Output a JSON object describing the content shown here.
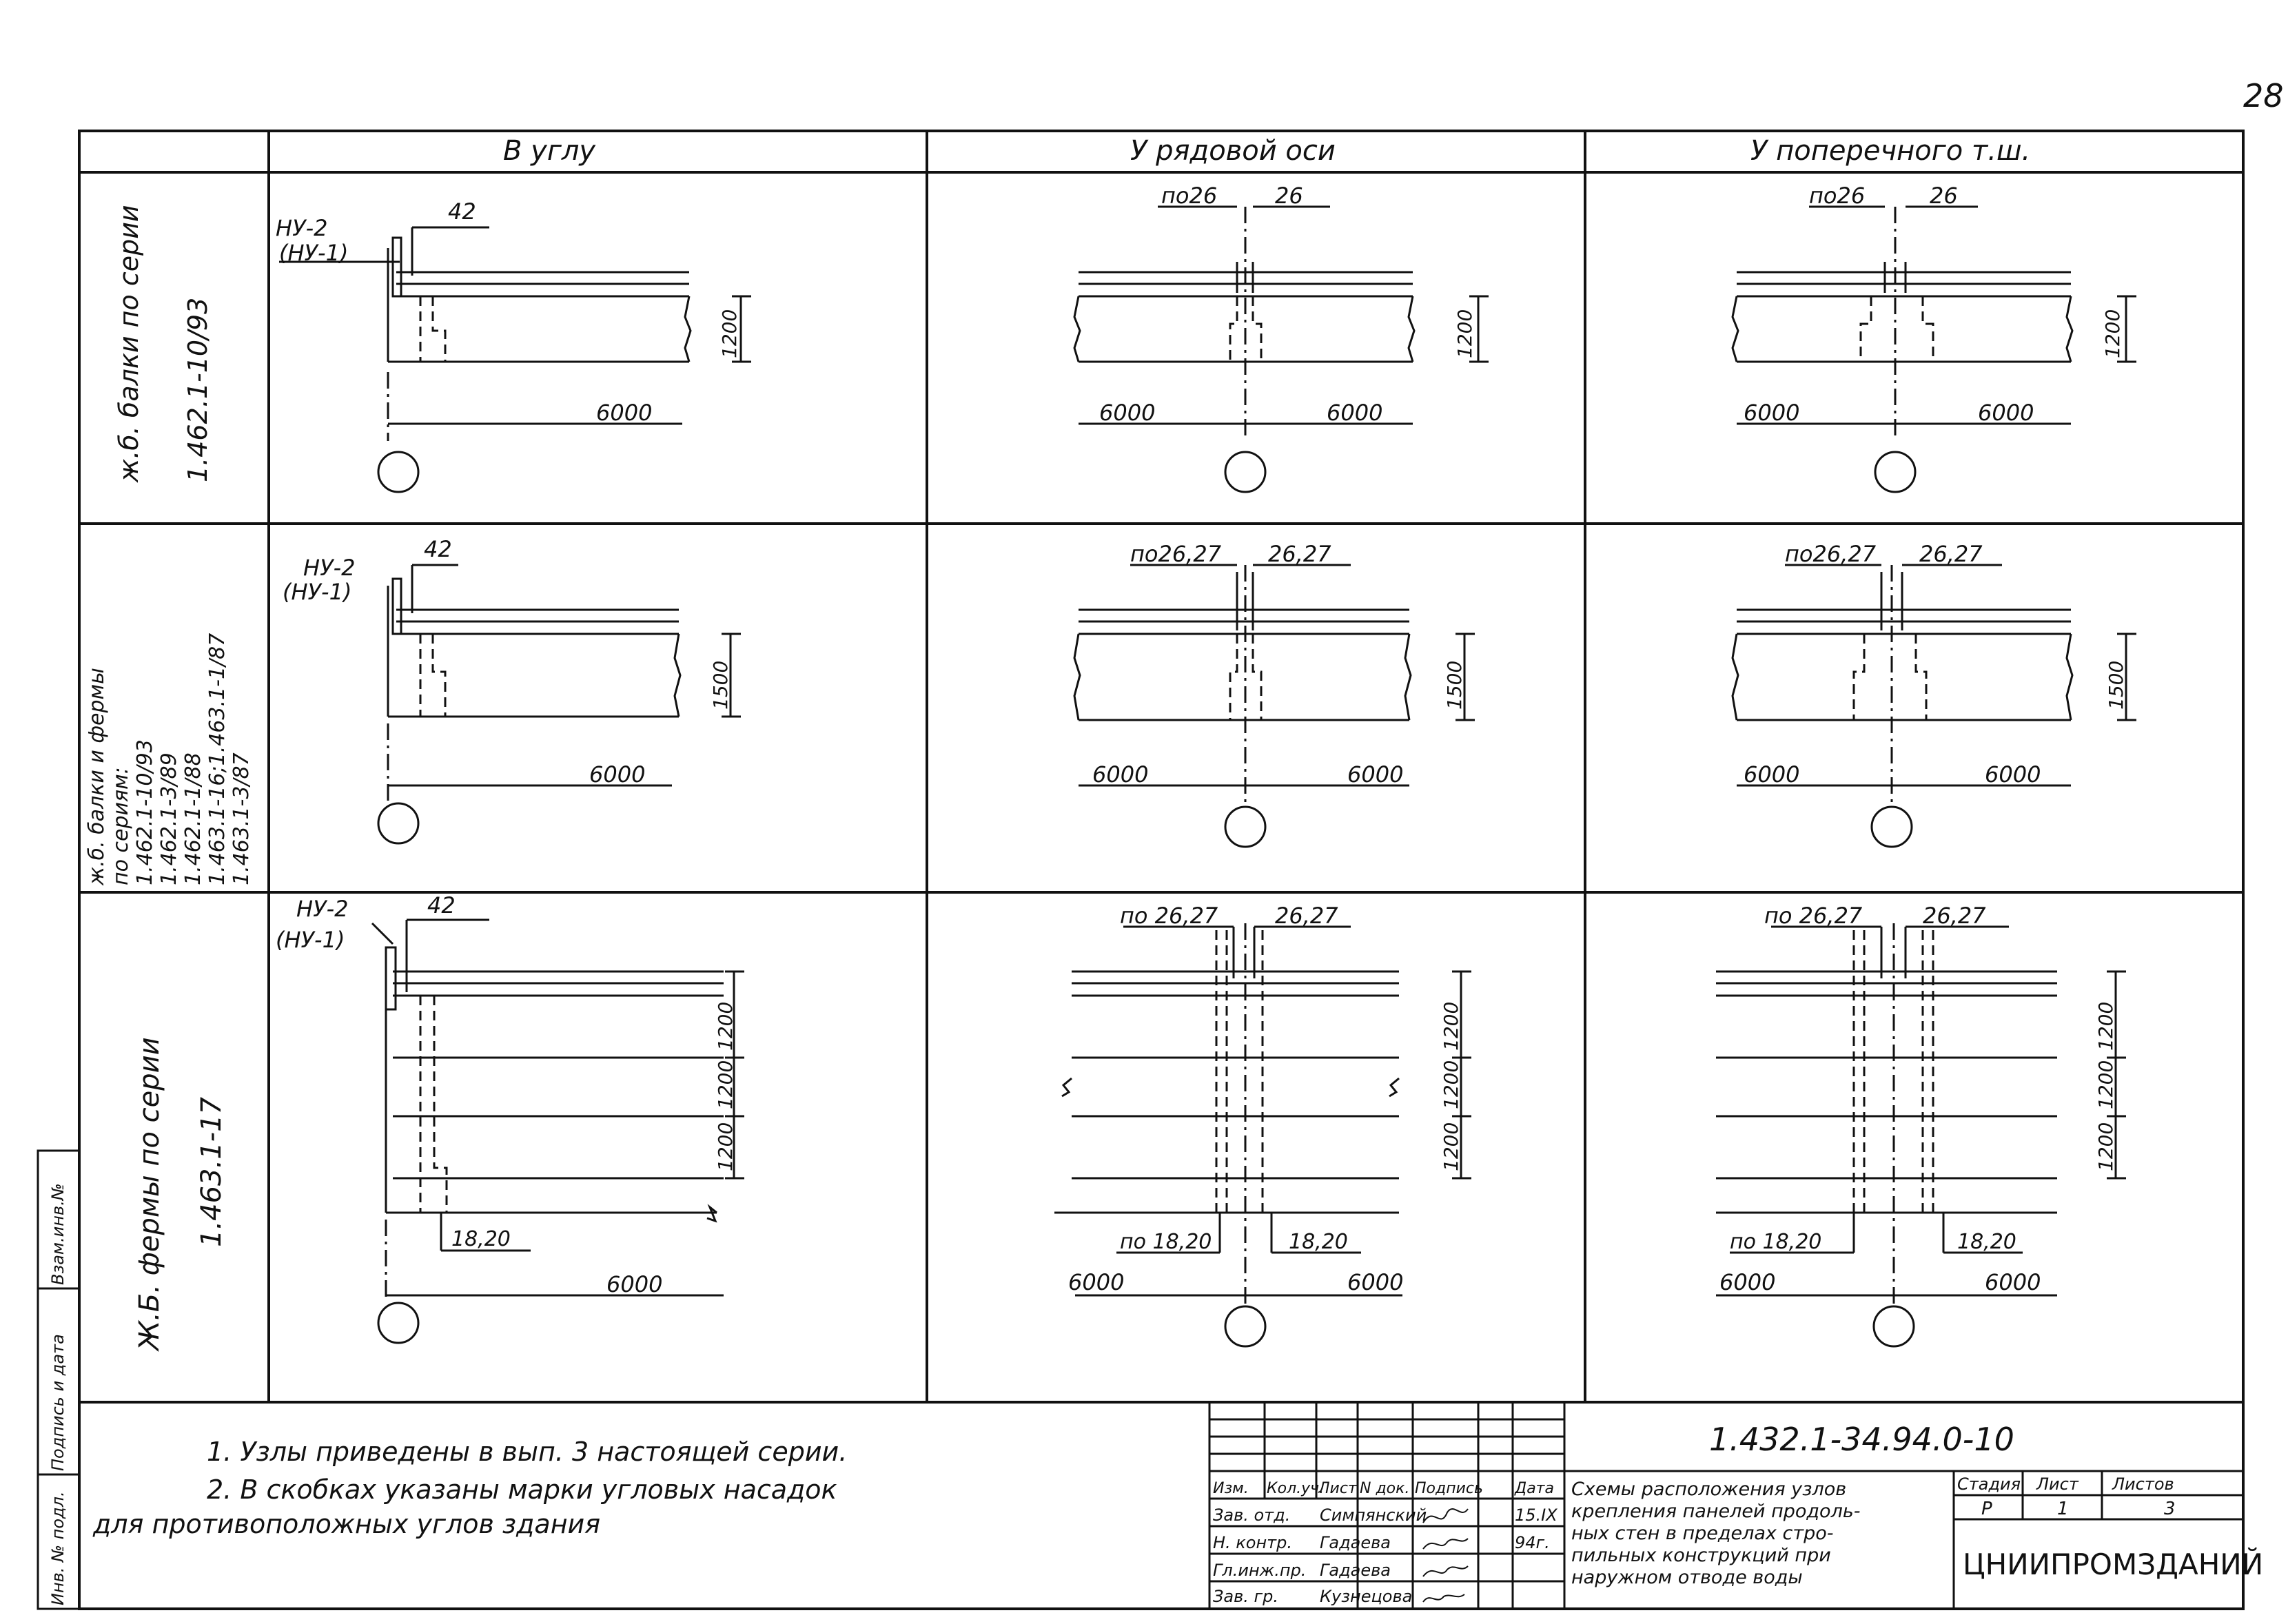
{
  "page_number": "28",
  "columns": [
    "В углу",
    "У рядовой оси",
    "У поперечного т.ш."
  ],
  "rows": [
    {
      "label_line1": "ж.б. балки по серии",
      "label_line2": "1.462.1-10/93",
      "height_labels": [
        "1200"
      ],
      "bracket": "(НУ-1)"
    },
    {
      "label_line1": "ж.б. балки и фермы",
      "label_line2": "по сериям:",
      "label_line3": "1.462.1-10/93",
      "label_line4": "1.462.1-3/89",
      "label_line5": "1.462.1-1/88",
      "label_line6": "1.463.1-16;1.463.1-1/87",
      "label_line7": "1.463.1-3/87",
      "height_labels": [
        "1500"
      ],
      "bracket": "(НУ-1)"
    },
    {
      "label_line1": "Ж.Б. фермы по серии",
      "label_line2": "1.463.1-17",
      "height_labels": [
        "1200",
        "1200",
        "1200"
      ],
      "bracket": "(НУ-1)"
    }
  ],
  "marks": {
    "corner_node": "НУ-2",
    "corner_top": "42",
    "r1_left": "по26",
    "r1_right": "26",
    "r2_left": "по26,27",
    "r2_right": "26,27",
    "r3_left": "по 26,27",
    "r3_right": "26,27",
    "r3_bottom_left": "по 18,20",
    "r3_bottom_right": "18,20",
    "r3_corner_bottom": "18,20",
    "span": "6000"
  },
  "notes": {
    "note1": "1. Узлы приведены в вып. 3 настоящей серии.",
    "note2": "2. В скобках указаны марки угловых насадок",
    "note3": "для противоположных углов здания"
  },
  "title_block": {
    "doc_code": "1.432.1-34.94.0-10",
    "headers": [
      "Изм.",
      "Кол.уч.",
      "Лист",
      "N док.",
      "Подпись",
      "Дата"
    ],
    "staff": [
      {
        "role": "Зав. отд.",
        "name": "Симпянский",
        "date": "15.IX"
      },
      {
        "role": "Н. контр.",
        "name": "Гадаева",
        "date": "94г."
      },
      {
        "role": "Гл.инж.пр.",
        "name": "Гадаева",
        "date": ""
      },
      {
        "role": "Зав. гр.",
        "name": "Кузнецова",
        "date": ""
      }
    ],
    "title_line1": "Схемы расположения узлов",
    "title_line2": "крепления панелей продоль-",
    "title_line3": "ных стен в пределах стро-",
    "title_line4": "пильных конструкций при",
    "title_line5": "наружном отводе воды",
    "stage_label": "Стадия",
    "sheet_label": "Лист",
    "sheets_label": "Листов",
    "stage": "Р",
    "sheet": "1",
    "sheets": "3",
    "org": "ЦНИИПРОМЗДАНИЙ"
  },
  "side_stamp": {
    "inv_orig": "Инв. № подл.",
    "sign_date": "Подпись и дата",
    "inv_repl": "Взам.инв.№"
  }
}
